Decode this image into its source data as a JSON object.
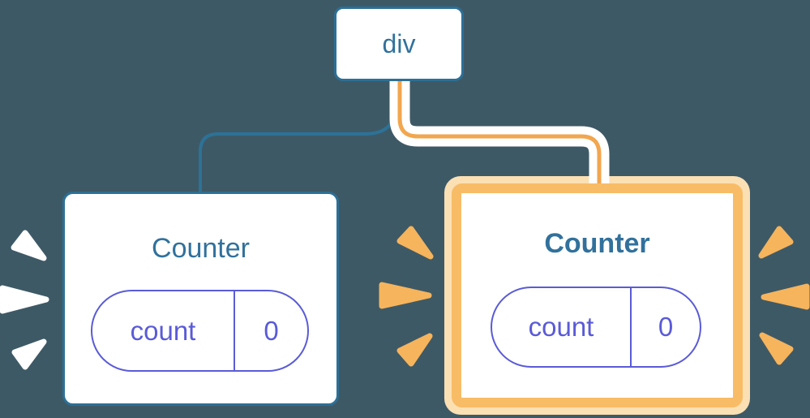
{
  "diagram": {
    "root": {
      "label": "div"
    },
    "children": [
      {
        "title": "Counter",
        "highlighted": false,
        "state": {
          "key": "count",
          "value": "0"
        }
      },
      {
        "title": "Counter",
        "highlighted": true,
        "state": {
          "key": "count",
          "value": "0"
        }
      }
    ]
  },
  "icons": [
    "spark-icon-white-left-top",
    "spark-icon-white-left-middle",
    "spark-icon-white-left-bottom",
    "spark-icon-orange-inner-top",
    "spark-icon-orange-inner-middle",
    "spark-icon-orange-inner-bottom",
    "spark-icon-orange-outer-top",
    "spark-icon-orange-outer-middle",
    "spark-icon-orange-outer-bottom"
  ],
  "colors": {
    "bg": "#3E5966",
    "node-blue-border": "#2C7096",
    "node-blue-text": "#31719C",
    "connector-blue": "#2D7296",
    "connector-orange": "#F2A64E",
    "casing": "#FFFFFF",
    "ring-outer": "#FBE0B4",
    "ring-inner": "#F8BC66",
    "spark-orange": "#F6B45C",
    "spark-white": "#FFFFFF",
    "indigo": "#5A5BD7",
    "card-bg": "#FFFFFF"
  }
}
